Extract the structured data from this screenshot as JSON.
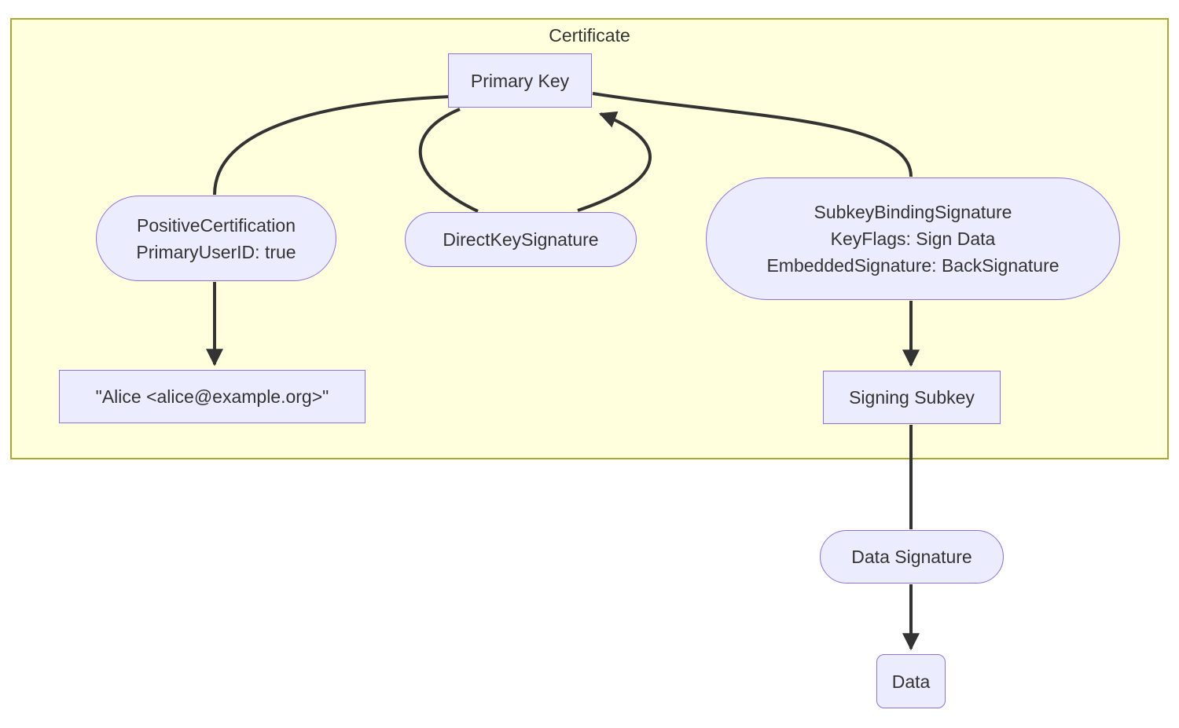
{
  "diagram": {
    "cluster": {
      "label": "Certificate"
    },
    "nodes": {
      "primary_key": {
        "label": "Primary Key",
        "shape": "rect"
      },
      "positive_certification": {
        "lines": [
          "PositiveCertification",
          "PrimaryUserID: true"
        ],
        "shape": "stadium"
      },
      "direct_key_signature": {
        "label": "DirectKeySignature",
        "shape": "stadium"
      },
      "subkey_binding_signature": {
        "lines": [
          "SubkeyBindingSignature",
          "KeyFlags: Sign Data",
          "EmbeddedSignature: BackSignature"
        ],
        "shape": "stadium"
      },
      "user_id": {
        "label": "\"Alice <alice@example.org>\"",
        "shape": "rect"
      },
      "signing_subkey": {
        "label": "Signing Subkey",
        "shape": "rect"
      },
      "data_signature": {
        "label": "Data Signature",
        "shape": "stadium"
      },
      "data": {
        "label": "Data",
        "shape": "rounded-rect"
      }
    },
    "edges": [
      {
        "from": "primary_key",
        "to": "positive_certification",
        "arrow": "none"
      },
      {
        "from": "positive_certification",
        "to": "user_id",
        "arrow": "to"
      },
      {
        "from": "primary_key",
        "to": "direct_key_signature",
        "arrow": "none"
      },
      {
        "from": "direct_key_signature",
        "to": "primary_key",
        "arrow": "to"
      },
      {
        "from": "subkey_binding_signature",
        "to": "primary_key",
        "arrow": "none"
      },
      {
        "from": "subkey_binding_signature",
        "to": "signing_subkey",
        "arrow": "to"
      },
      {
        "from": "signing_subkey",
        "to": "data_signature",
        "arrow": "none"
      },
      {
        "from": "data_signature",
        "to": "data",
        "arrow": "to"
      }
    ],
    "colors": {
      "node_fill": "#ECECFF",
      "node_border": "#9370DB",
      "cluster_fill": "#FFFFDE",
      "cluster_border": "#AAAA33",
      "edge": "#333333",
      "text": "#333333"
    }
  }
}
